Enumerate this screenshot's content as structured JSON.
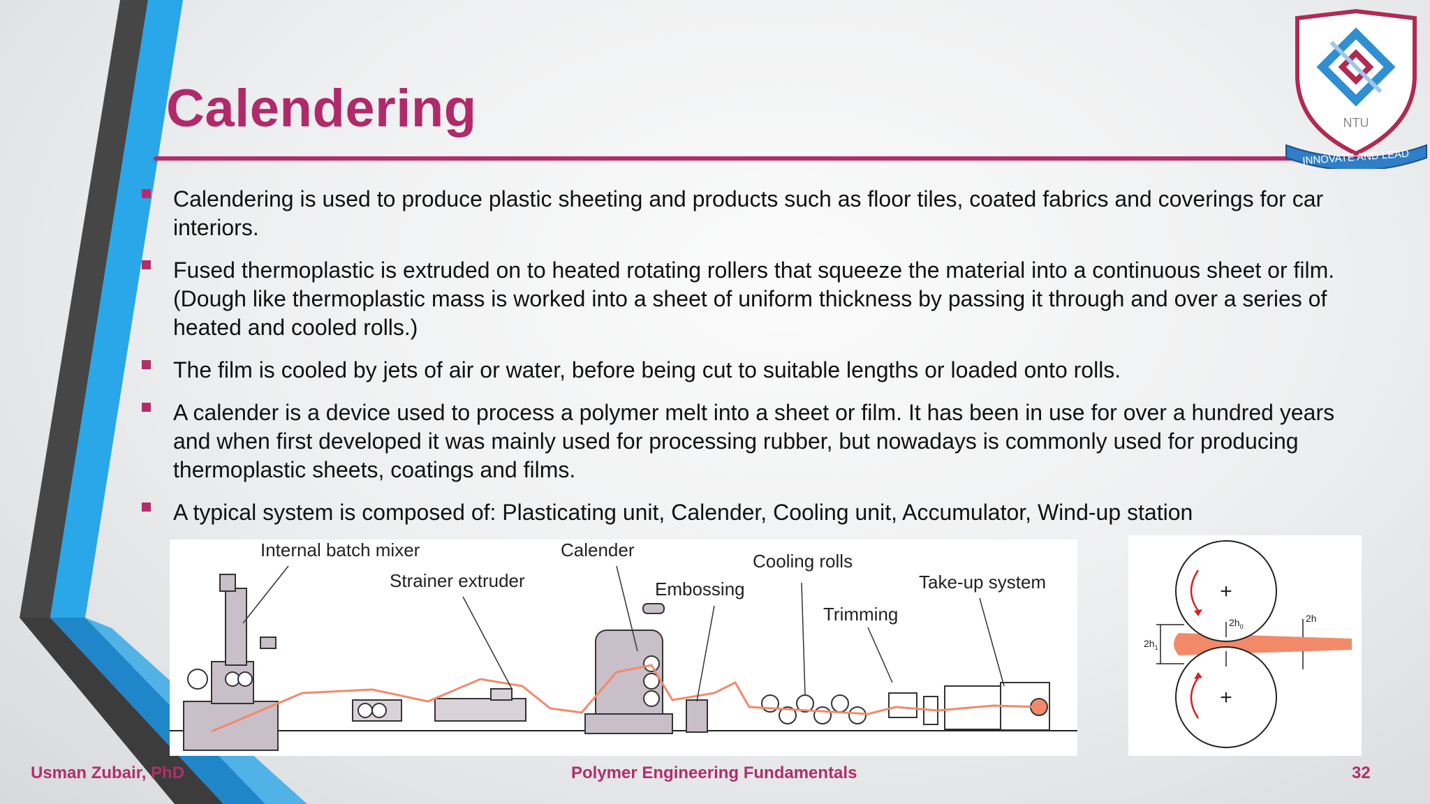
{
  "slide": {
    "title": "Calendering",
    "bullets": [
      "Calendering is used to produce plastic sheeting and products such as floor tiles, coated fabrics and coverings for car interiors.",
      "Fused thermoplastic is extruded on to heated rotating rollers that squeeze the material into a continuous sheet or film. (Dough like thermoplastic mass is worked into a sheet of uniform thickness by passing it through and over a series of heated and cooled rolls.)",
      "The film is cooled by jets of air or water, before being cut to suitable lengths or loaded onto rolls.",
      "A calender is a device used to process a polymer melt into a sheet or film.  It has been in use for over a hundred years and when first developed it was mainly used for processing rubber, but nowadays is commonly used for producing thermoplastic sheets, coatings and films.",
      "A typical system is composed of: Plasticating unit, Calender, Cooling unit, Accumulator, Wind-up station"
    ]
  },
  "logo": {
    "name": "NTU",
    "motto": "INNOVATE AND LEAD"
  },
  "process_diagram": {
    "labels": {
      "mixer": "Internal batch mixer",
      "strainer": "Strainer extruder",
      "calender": "Calender",
      "embossing": "Embossing",
      "cooling": "Cooling rolls",
      "trimming": "Trimming",
      "takeup": "Take-up system"
    }
  },
  "nip_diagram": {
    "labels": {
      "h0": "2h",
      "h0_sub": "0",
      "h": "2h",
      "h1": "2h",
      "h1_sub": "1"
    }
  },
  "footer": {
    "author": "Usman Zubair, PhD",
    "course": "Polymer Engineering Fundamentals",
    "page": "32"
  },
  "colors": {
    "accent": "#b12e6b",
    "stripe_blue": "#2aa7e8",
    "stripe_gray": "#4a4a4a",
    "melt": "#f28a6a"
  }
}
